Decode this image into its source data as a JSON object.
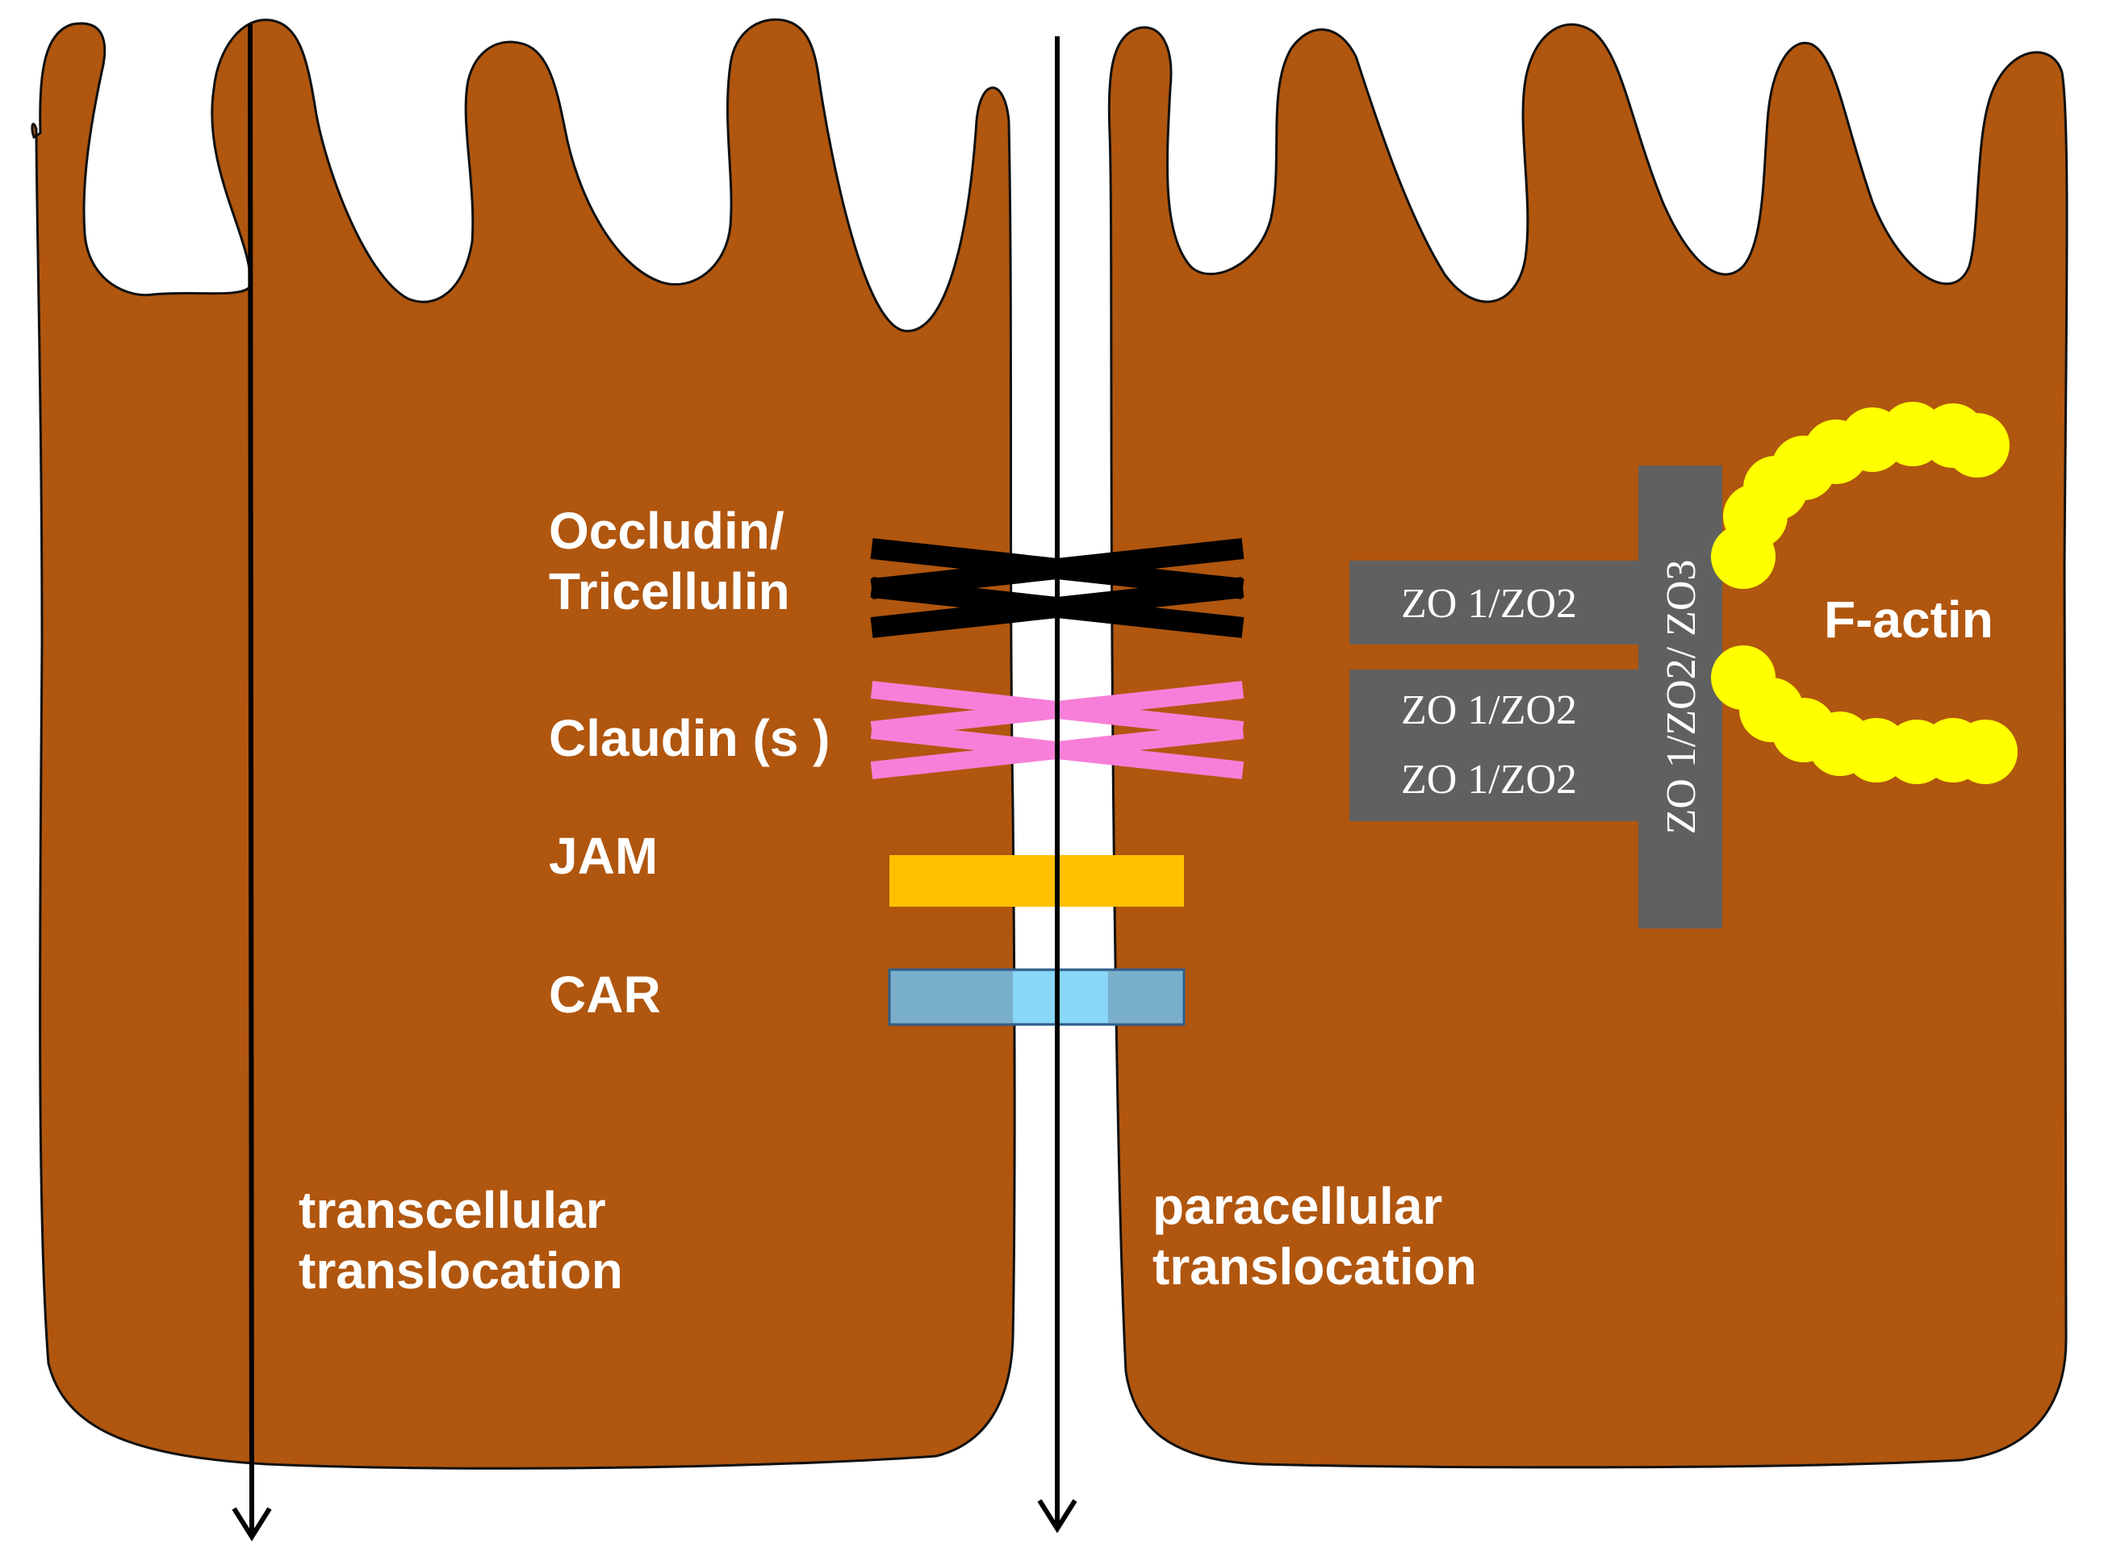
{
  "colors": {
    "cell": "#B0560F",
    "cell_outline": "#111111",
    "occludin": "#000000",
    "claudin": "#F77FD9",
    "jam": "#FFC000",
    "car_fill": "#7AAFCB",
    "car_gap": "#88D6F8",
    "car_outline": "#2F5E8A",
    "zo_box": "#606060",
    "f_actin": "#FFFF00",
    "label_text": "#FFFFFF",
    "arrow": "#000000"
  },
  "labels": {
    "occludin_line1": "Occludin/",
    "occludin_line2": "Tricellulin",
    "claudin": "Claudin (s )",
    "jam": "JAM",
    "car": "CAR",
    "zo_top": "ZO 1/ZO2",
    "zo_middle": "ZO 1/ZO2",
    "zo_bottom": "ZO 1/ZO2",
    "zo_vertical": "ZO 1/ZO2/  ZO3",
    "f_actin": "F-actin",
    "transcellular_line1": "transcellular",
    "transcellular_line2": "translocation",
    "paracellular_line1": "paracellular",
    "paracellular_line2": "translocation"
  },
  "icons": {
    "left_cell": "epithelial-cell-with-microvilli",
    "right_cell": "epithelial-cell-with-microvilli",
    "f_actin": "bead-chain-filament",
    "arrows": "down-arrow"
  }
}
